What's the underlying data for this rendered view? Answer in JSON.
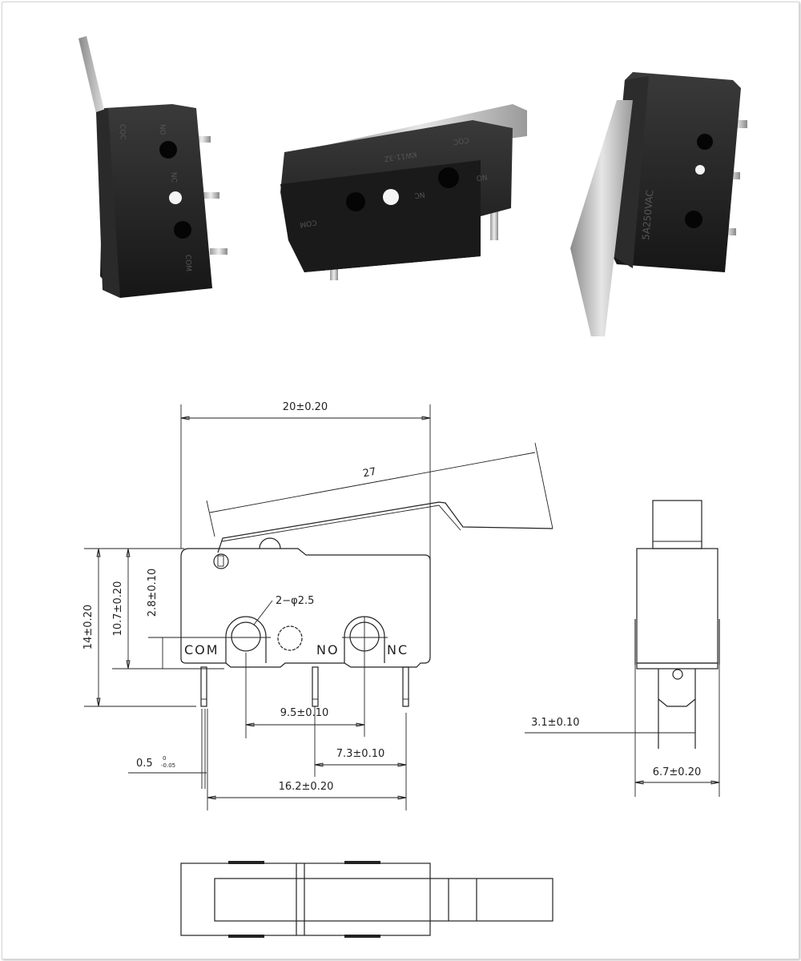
{
  "photos": [
    {
      "name": "photo-left",
      "markings": [
        "NO",
        "NC",
        "COM",
        "CQC"
      ]
    },
    {
      "name": "photo-center",
      "markings": [
        "NO",
        "NC",
        "COM",
        "CQC",
        "KW11-3Z"
      ]
    },
    {
      "name": "photo-right",
      "markings": [
        "5A250VAC"
      ]
    }
  ],
  "front_view": {
    "width_dim": "20±0.20",
    "lever_dim": "27",
    "height_dim": "14±0.20",
    "body_height_dim": "10.7±0.20",
    "hole_height_dim": "2.8±0.10",
    "hole_callout": "2−φ2.5",
    "terminal_labels": {
      "com": "COM",
      "no": "NO",
      "nc": "NC"
    },
    "hole_spacing_dim": "9.5±0.10",
    "no_nc_dim": "7.3±0.10",
    "terminal_span_dim": "16.2±0.20",
    "pin_thickness_dim": "0.5",
    "pin_tol_upper": "0",
    "pin_tol_lower": "-0.05"
  },
  "side_view": {
    "terminal_width_dim": "3.1±0.10",
    "body_width_dim": "6.7±0.20"
  },
  "colors": {
    "line": "#222222",
    "switch_body": "#1e1e1e",
    "lever": "#c8c8c8"
  }
}
